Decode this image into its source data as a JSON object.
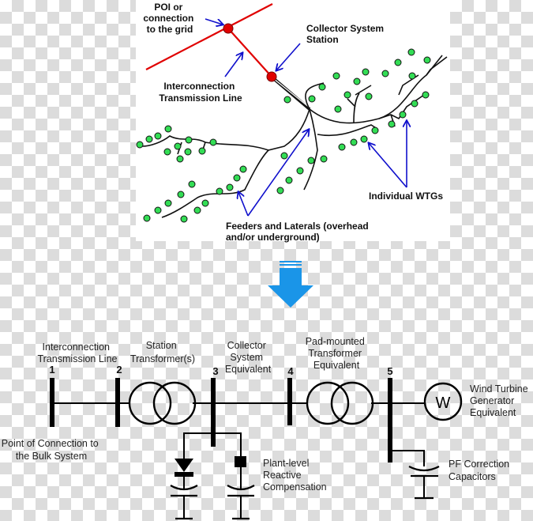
{
  "top_diagram": {
    "labels": {
      "poi": [
        "POI or",
        "connection",
        "to the grid"
      ],
      "collector_station": [
        "Collector System",
        "Station"
      ],
      "interconnection_line": [
        "Interconnection",
        "Transmission Line"
      ],
      "feeders": [
        "Feeders and Laterals (overhead",
        "and/or underground)"
      ],
      "wtgs": "Individual WTGs"
    },
    "colors": {
      "grid_line": "#e00000",
      "node": "#e00000",
      "wtg": "#33dd55",
      "arrow": "#1010cc",
      "cable": "#111111"
    }
  },
  "transition_arrow": {
    "icon": "down-arrow-icon",
    "color": "#1a95e8"
  },
  "one_line": {
    "buses": [
      "1",
      "2",
      "3",
      "4",
      "5"
    ],
    "labels": {
      "interconnection": [
        "Interconnection",
        "Transmission Line"
      ],
      "station_transformer": [
        "Station",
        "Transformer(s)"
      ],
      "collector_equivalent": [
        "Collector",
        "System",
        "Equivalent"
      ],
      "padmount": [
        "Pad-mounted",
        "Transformer",
        "Equivalent"
      ],
      "wtg_equivalent": [
        "Wind Turbine",
        "Generator",
        "Equivalent"
      ],
      "poi": [
        "Point of Connection to",
        "the Bulk System"
      ],
      "reactive": [
        "Plant-level",
        "Reactive",
        "Compensation"
      ],
      "pf": [
        "PF Correction",
        "Capacitors"
      ]
    },
    "generator_symbol": "W"
  }
}
